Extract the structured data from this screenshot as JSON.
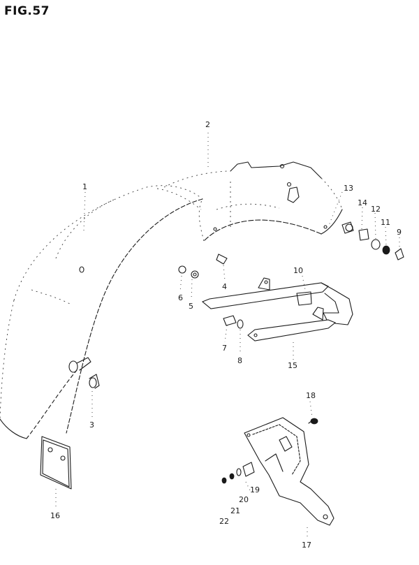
{
  "figure": {
    "title": "FIG.57"
  },
  "callouts": [
    {
      "id": "1",
      "label": "1"
    },
    {
      "id": "2",
      "label": "2"
    },
    {
      "id": "3",
      "label": "3"
    },
    {
      "id": "4",
      "label": "4"
    },
    {
      "id": "5",
      "label": "5"
    },
    {
      "id": "6",
      "label": "6"
    },
    {
      "id": "7",
      "label": "7"
    },
    {
      "id": "8",
      "label": "8"
    },
    {
      "id": "9",
      "label": "9"
    },
    {
      "id": "10",
      "label": "10"
    },
    {
      "id": "11",
      "label": "11"
    },
    {
      "id": "12",
      "label": "12"
    },
    {
      "id": "13",
      "label": "13"
    },
    {
      "id": "14",
      "label": "14"
    },
    {
      "id": "15",
      "label": "15"
    },
    {
      "id": "16",
      "label": "16"
    },
    {
      "id": "17",
      "label": "17"
    },
    {
      "id": "18",
      "label": "18"
    },
    {
      "id": "19",
      "label": "19"
    },
    {
      "id": "20",
      "label": "20"
    },
    {
      "id": "21",
      "label": "21"
    },
    {
      "id": "22",
      "label": "22"
    }
  ]
}
